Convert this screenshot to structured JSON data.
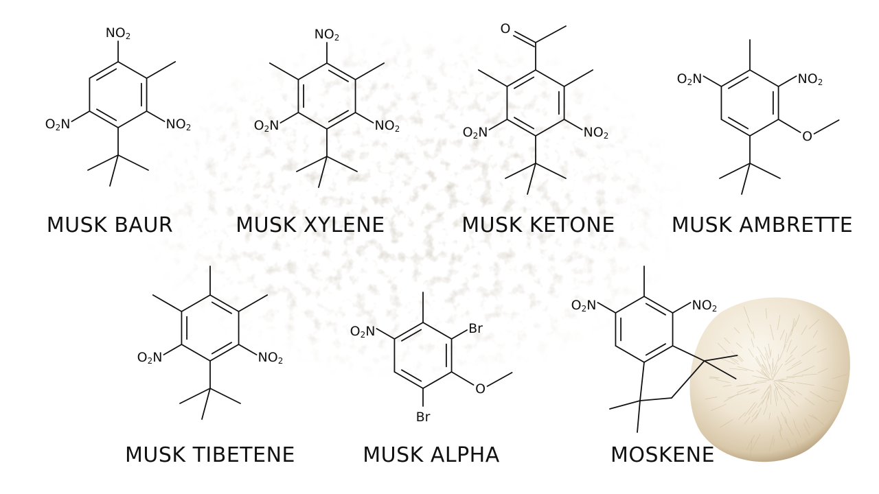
{
  "compounds": [
    {
      "name": "MUSK BAUR"
    },
    {
      "name": "MUSK XYLENE"
    },
    {
      "name": "MUSK KETONE"
    },
    {
      "name": "MUSK AMBRETTE"
    },
    {
      "name": "MUSK TIBETENE"
    },
    {
      "name": "MUSK ALPHA"
    },
    {
      "name": "MOSKENE"
    }
  ],
  "atoms": {
    "no2_prefix": "NO",
    "o2n_prefix": "O",
    "o2n_suffix": "N",
    "subscript": "2",
    "oxygen": "O",
    "bromine": "Br"
  },
  "colors": {
    "background": "#ffffff",
    "ink": "#111111",
    "powder": "#a89a84",
    "tuft": "#efe6d6"
  }
}
